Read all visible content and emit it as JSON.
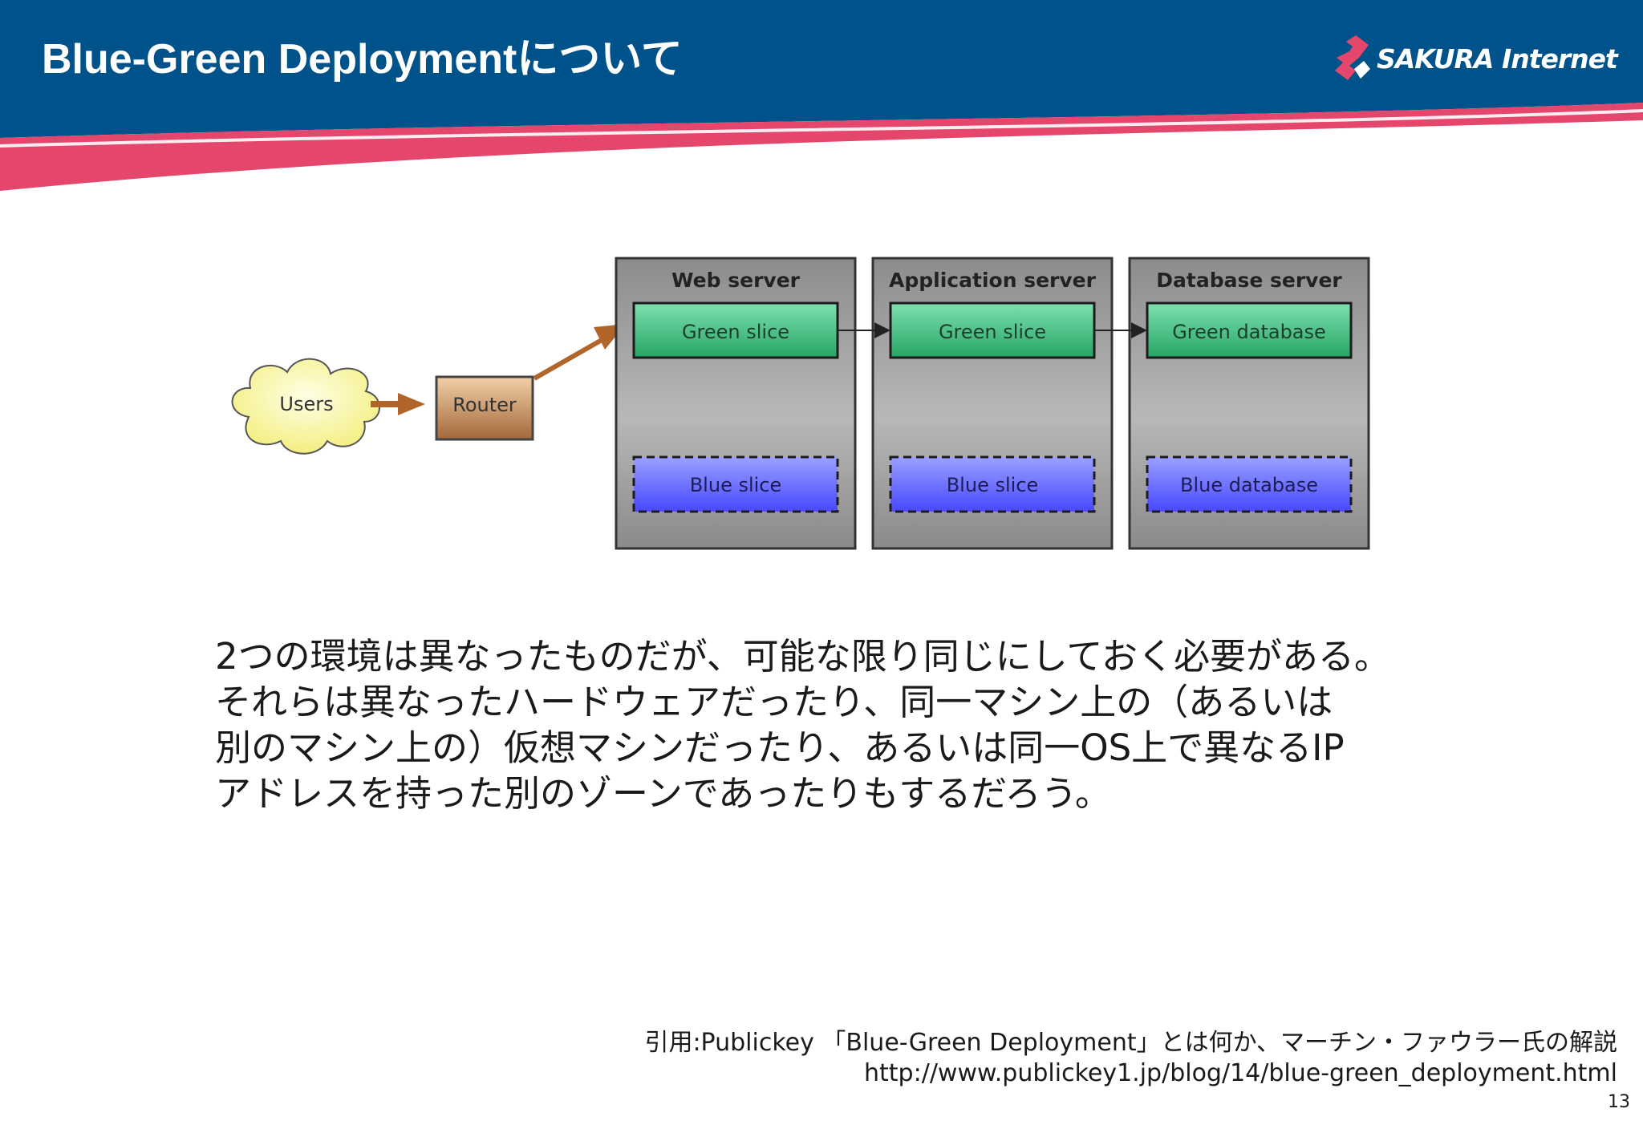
{
  "header": {
    "title": "Blue-Green Deploymentについて",
    "logo_text": "SAKURA Internet",
    "band_color": "#00528a",
    "accent_color": "#e5476c"
  },
  "diagram": {
    "users_label": "Users",
    "router_label": "Router",
    "servers": [
      {
        "title": "Web server",
        "green_label": "Green slice",
        "blue_label": "Blue slice"
      },
      {
        "title": "Application server",
        "green_label": "Green slice",
        "blue_label": "Blue slice"
      },
      {
        "title": "Database server",
        "green_label": "Green database",
        "blue_label": "Blue database"
      }
    ]
  },
  "body": {
    "lines": [
      "2つの環境は異なったものだが、可能な限り同じにしておく必要がある。",
      "それらは異なったハードウェアだったり、同一マシン上の（あるいは",
      "別のマシン上の）仮想マシンだったり、あるいは同一OS上で異なるIP",
      "アドレスを持った別のゾーンであったりもするだろう。"
    ]
  },
  "citation": {
    "line1": "引用:Publickey 「Blue-Green Deployment」とは何か、マーチン・ファウラー氏の解説",
    "line2": "http://www.publickey1.jp/blog/14/blue-green_deployment.html"
  },
  "page_number": "13"
}
